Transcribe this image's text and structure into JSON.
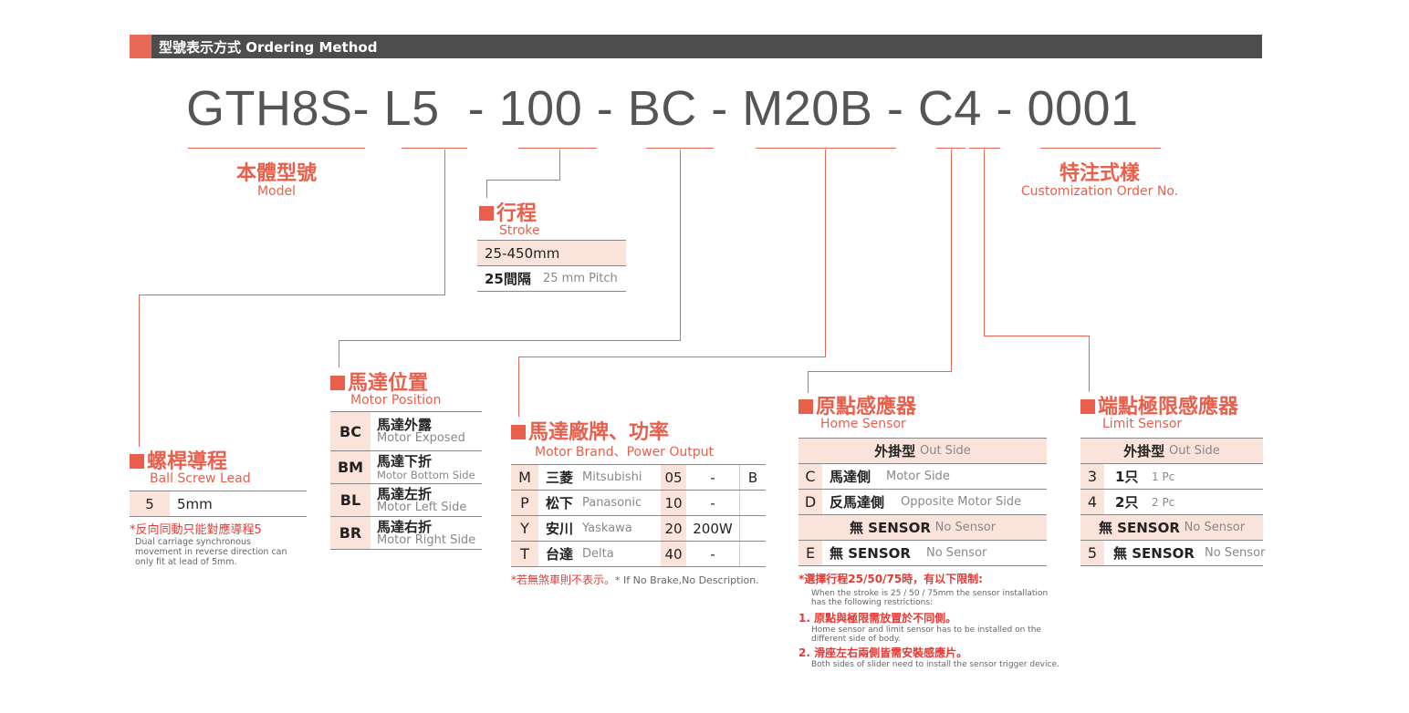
{
  "header": {
    "title": "型號表示方式 Ordering Method"
  },
  "code": {
    "segments": [
      "GTH8S-",
      "L5",
      "-",
      "100",
      "-",
      "BC",
      "-",
      "M20B",
      "-",
      "C4",
      "-",
      "0001"
    ]
  },
  "model": {
    "zh": "本體型號",
    "en": "Model"
  },
  "custom": {
    "zh": "特注式樣",
    "en": "Customization Order No."
  },
  "stroke": {
    "zh": "行程",
    "en": "Stroke",
    "rows": [
      {
        "a": "25-450mm",
        "b": ""
      },
      {
        "a": "25間隔",
        "b": "25 mm Pitch"
      }
    ]
  },
  "lead": {
    "zh": "螺桿導程",
    "en": "Ball Screw Lead",
    "rows": [
      {
        "code": "5",
        "value": "5mm"
      }
    ],
    "note_zh": "*反向同動只能對應導程5",
    "note_en": [
      "Dual carriage synchronous",
      "movement in reverse direction can",
      "only fit at lead of 5mm."
    ]
  },
  "motor_position": {
    "zh": "馬達位置",
    "en": "Motor Position",
    "rows": [
      {
        "code": "BC",
        "zh": "馬達外露",
        "en": "Motor Exposed"
      },
      {
        "code": "BM",
        "zh": "馬達下折",
        "en": "Motor Bottom Side"
      },
      {
        "code": "BL",
        "zh": "馬達左折",
        "en": "Motor Left Side"
      },
      {
        "code": "BR",
        "zh": "馬達右折",
        "en": "Motor Right Side"
      }
    ]
  },
  "motor_brand": {
    "zh": "馬達廠牌、功率",
    "en": "Motor Brand、Power Output",
    "rows": [
      {
        "code": "M",
        "zh": "三菱",
        "en": "Mitsubishi",
        "num": "05",
        "power": "-",
        "brake": "B"
      },
      {
        "code": "P",
        "zh": "松下",
        "en": "Panasonic",
        "num": "10",
        "power": "-",
        "brake": ""
      },
      {
        "code": "Y",
        "zh": "安川",
        "en": "Yaskawa",
        "num": "20",
        "power": "200W",
        "brake": ""
      },
      {
        "code": "T",
        "zh": "台達",
        "en": "Delta",
        "num": "40",
        "power": "-",
        "brake": ""
      }
    ],
    "note_zh": "*若無煞車則不表示。",
    "note_en": "* If No Brake,No Description."
  },
  "home_sensor": {
    "zh": "原點感應器",
    "en": "Home Sensor",
    "head_zh": "外掛型",
    "head_en": "Out Side",
    "rows": [
      {
        "code": "C",
        "zh": "馬達側",
        "en": "Motor Side"
      },
      {
        "code": "D",
        "zh": "反馬達側",
        "en": "Opposite Motor Side"
      }
    ],
    "none_zh": "無 SENSOR",
    "none_en": "No Sensor",
    "row_e": {
      "code": "E",
      "zh": "無 SENSOR",
      "en": "No Sensor"
    },
    "notes": {
      "title": "*選擇行程25/50/75時，有以下限制:",
      "title_en": [
        "When the stroke is 25 / 50 / 75mm the sensor installation",
        "has the following restrictions:"
      ],
      "n1": "1. 原點與極限需放置於不同側。",
      "n1_en": [
        "Home sensor and limit sensor has to be installed on the",
        "different side of body."
      ],
      "n2": "2. 滑座左右兩側皆需安裝感應片。",
      "n2_en": [
        "Both sides of slider need to install the sensor trigger device."
      ]
    }
  },
  "limit_sensor": {
    "zh": "端點極限感應器",
    "en": "Limit Sensor",
    "head_zh": "外掛型",
    "head_en": "Out Side",
    "rows": [
      {
        "code": "3",
        "zh": "1只",
        "en": "1 Pc"
      },
      {
        "code": "4",
        "zh": "2只",
        "en": "2 Pc"
      }
    ],
    "none_zh": "無 SENSOR",
    "none_en": "No Sensor",
    "row_5": {
      "code": "5",
      "zh": "無 SENSOR",
      "en": "No Sensor"
    }
  },
  "colors": {
    "accent": "#e8604c",
    "header_bg": "#4d4d4d",
    "row_tint": "#f9e3da"
  }
}
